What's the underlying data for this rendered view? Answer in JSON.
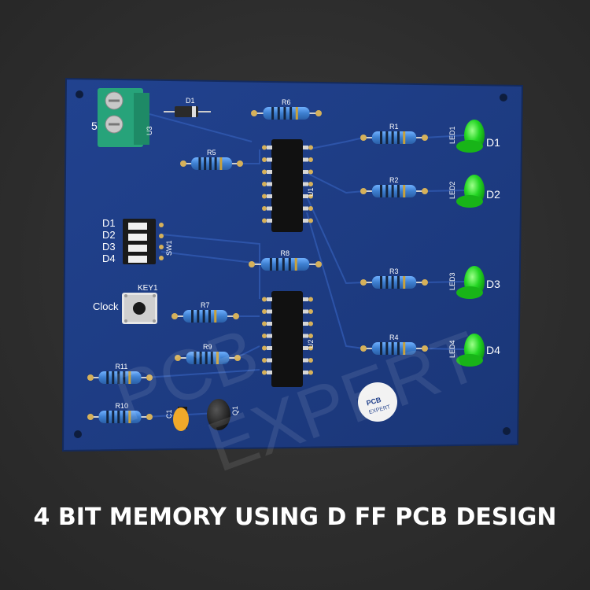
{
  "caption": "4 BIT MEMORY USING D FF PCB DESIGN",
  "watermark": {
    "line1": "PCB",
    "line2": "EXPERT"
  },
  "logo": {
    "line1": "PCB",
    "line2": "EXPERT"
  },
  "colors": {
    "board": "#1f3f8a",
    "background": "#2d2d2d",
    "led_green": "#22d622",
    "resistor_blue": "#3d7fd0",
    "terminal_green": "#27a37a"
  },
  "board_labels": {
    "power": "5",
    "u3": "U3",
    "d1_diode": "D1",
    "r1": "R1",
    "r2": "R2",
    "r3": "R3",
    "r4": "R4",
    "r5": "R5",
    "r6": "R6",
    "r7": "R7",
    "r8": "R8",
    "r9": "R9",
    "r10": "R10",
    "r11": "R11",
    "u1": "U1",
    "u2": "U2",
    "sw1": "SW1",
    "key1": "KEY1",
    "c1": "C1",
    "q1": "Q1",
    "led1": "LED1",
    "led2": "LED2",
    "led3": "LED3",
    "led4": "LED4",
    "out_d1": "D1",
    "out_d2": "D2",
    "out_d3": "D3",
    "out_d4": "D4",
    "in_d1": "D1",
    "in_d2": "D2",
    "in_d3": "D3",
    "in_d4": "D4",
    "clock": "Clock"
  }
}
